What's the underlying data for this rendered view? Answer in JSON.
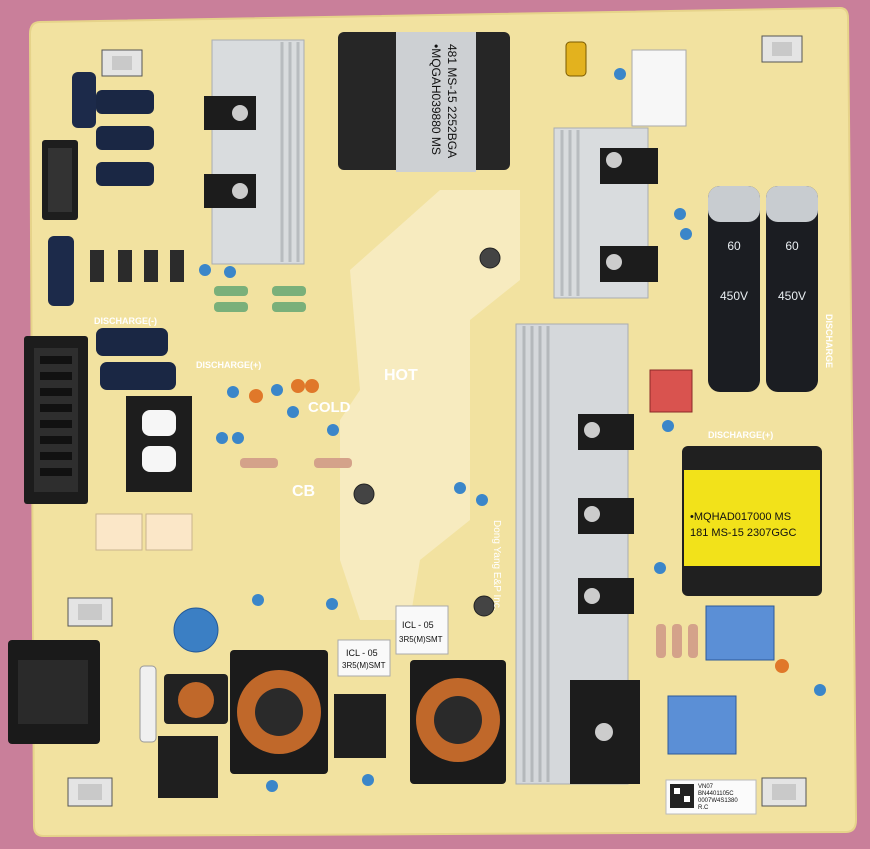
{
  "board": {
    "colors": {
      "background": "#c97f9a",
      "pcb": "#f2e2a0",
      "silkscreen": "#ffffff",
      "heatsink": "#d9dcde",
      "copper": "#c0682a",
      "blue_cap": "#3b7fc4",
      "transformer_core": "#262626"
    },
    "labels": {
      "hot": "HOT",
      "cold": "COLD",
      "cb": "CB",
      "discharge_left_1": "DISCHARGE(-)",
      "discharge_left_2": "DISCHARGE(+)",
      "discharge_right_1": "DISCHARGE(+)",
      "discharge_right_2": "DISCHARGE",
      "vendor": "Dong Yang E&P Inc."
    },
    "transformer_main": {
      "line1": "•MQGAH039880 MS",
      "line2": "481 MS-15 2252BGA"
    },
    "transformer_secondary": {
      "line1": "•MQHAD017000   MS",
      "line2": "181 MS-15 2307GGC"
    },
    "bulk_caps": {
      "rating_1": "60",
      "rating_2": "450V"
    },
    "fuse_resistors": {
      "label_1a": "ICL - 05",
      "label_1b": "3R5(M)SMT",
      "label_2a": "ICL - 05",
      "label_2b": "3R5(M)SMT"
    },
    "barcode_sticker": {
      "line1": "VN07",
      "line2": "BN4401105C",
      "line3": "0007W4S1380",
      "line4": "R.C"
    }
  }
}
